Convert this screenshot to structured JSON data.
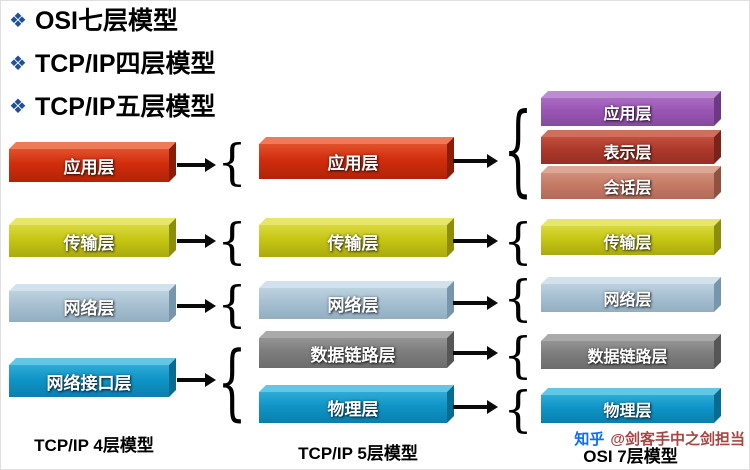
{
  "bullets": [
    "OSI七层模型",
    "TCP/IP四层模型",
    "TCP/IP五层模型"
  ],
  "decor": {
    "bullet": "❖",
    "brace": "{"
  },
  "colors": {
    "bullet": "#1d4f9e",
    "red": "#d12d0c",
    "yellow": "#c6c613",
    "bluegray": "#a7c0d2",
    "teal": "#0e95c7",
    "gray": "#7d7d7d",
    "purple": "#9a55b4",
    "brick": "#ad392c",
    "salmon": "#c57a65"
  },
  "columns": [
    {
      "title": "TCP/IP 4层模型",
      "layers": [
        {
          "label": "应用层",
          "color": "#d12d0c"
        },
        {
          "label": "传输层",
          "color": "#c6c613"
        },
        {
          "label": "网络层",
          "color": "#a7c0d2"
        },
        {
          "label": "网络接口层",
          "color": "#0e95c7"
        }
      ]
    },
    {
      "title": "TCP/IP 5层模型",
      "layers": [
        {
          "label": "应用层",
          "color": "#d12d0c"
        },
        {
          "label": "传输层",
          "color": "#c6c613"
        },
        {
          "label": "网络层",
          "color": "#a7c0d2"
        },
        {
          "label": "数据链路层",
          "color": "#7d7d7d"
        },
        {
          "label": "物理层",
          "color": "#0e95c7"
        }
      ]
    },
    {
      "title": "OSI 7层模型",
      "layers": [
        {
          "label": "应用层",
          "color": "#9a55b4"
        },
        {
          "label": "表示层",
          "color": "#ad392c"
        },
        {
          "label": "会话层",
          "color": "#c57a65"
        },
        {
          "label": "传输层",
          "color": "#c6c613"
        },
        {
          "label": "网络层",
          "color": "#a7c0d2"
        },
        {
          "label": "数据链路层",
          "color": "#7d7d7d"
        },
        {
          "label": "物理层",
          "color": "#0e95c7"
        }
      ]
    }
  ],
  "watermark": {
    "brand": "知乎",
    "user": "@剑客手中之剑担当",
    "brand_color": "#0b6cff",
    "user_color": "#a94442"
  }
}
